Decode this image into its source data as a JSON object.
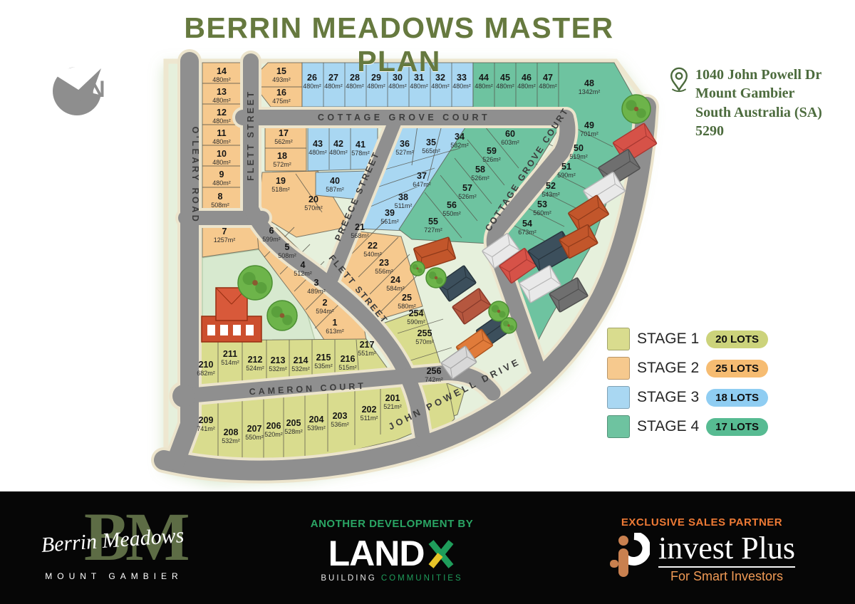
{
  "title": "BERRIN MEADOWS MASTER PLAN",
  "compass": {
    "label": "N"
  },
  "address": {
    "line1": "1040 John Powell Dr",
    "line2": "Mount Gambier",
    "line3": "South Australia (SA)",
    "line4": "5290"
  },
  "streets": {
    "oleary": "O'LEARY ROAD",
    "flett": "FLETT STREET",
    "cottage_grove": "COTTAGE GROVE COURT",
    "preece": "PREECE STREET",
    "cameron": "CAMERON COURT",
    "john_powell": "JOHN POWELL DRIVE"
  },
  "colors": {
    "stage1": "#d9dc8e",
    "stage2": "#f6c98e",
    "stage3": "#a9d7f2",
    "stage4": "#6ec3a0",
    "pill1": "#ccd37b",
    "pill2": "#f6bc72",
    "pill3": "#8fcdf2",
    "pill4": "#57bb92",
    "road": "#8f8f8f",
    "road_casing": "#ece4cc",
    "title": "#66793f",
    "address": "#4c6b3d"
  },
  "legend": {
    "items": [
      {
        "stage": "STAGE 1",
        "lots": "20 LOTS"
      },
      {
        "stage": "STAGE 2",
        "lots": "25 LOTS"
      },
      {
        "stage": "STAGE 3",
        "lots": "18 LOTS"
      },
      {
        "stage": "STAGE 4",
        "lots": "17 LOTS"
      }
    ]
  },
  "lots": [
    {
      "n": "1",
      "size": "613m²",
      "stage": 2
    },
    {
      "n": "2",
      "size": "594m²",
      "stage": 2
    },
    {
      "n": "3",
      "size": "489m²",
      "stage": 2
    },
    {
      "n": "4",
      "size": "512m²",
      "stage": 2
    },
    {
      "n": "5",
      "size": "508m²",
      "stage": 2
    },
    {
      "n": "6",
      "size": "599m²",
      "stage": 2
    },
    {
      "n": "7",
      "size": "1257m²",
      "stage": 2
    },
    {
      "n": "8",
      "size": "508m²",
      "stage": 2
    },
    {
      "n": "9",
      "size": "480m²",
      "stage": 2
    },
    {
      "n": "10",
      "size": "480m²",
      "stage": 2
    },
    {
      "n": "11",
      "size": "480m²",
      "stage": 2
    },
    {
      "n": "12",
      "size": "480m²",
      "stage": 2
    },
    {
      "n": "13",
      "size": "480m²",
      "stage": 2
    },
    {
      "n": "14",
      "size": "480m²",
      "stage": 2
    },
    {
      "n": "15",
      "size": "493m²",
      "stage": 2
    },
    {
      "n": "16",
      "size": "475m²",
      "stage": 2
    },
    {
      "n": "17",
      "size": "562m²",
      "stage": 2
    },
    {
      "n": "18",
      "size": "572m²",
      "stage": 2
    },
    {
      "n": "19",
      "size": "518m²",
      "stage": 2
    },
    {
      "n": "20",
      "size": "570m²",
      "stage": 2
    },
    {
      "n": "21",
      "size": "568m²",
      "stage": 2
    },
    {
      "n": "22",
      "size": "540m²",
      "stage": 2
    },
    {
      "n": "23",
      "size": "556m²",
      "stage": 2
    },
    {
      "n": "24",
      "size": "584m²",
      "stage": 2
    },
    {
      "n": "25",
      "size": "580m²",
      "stage": 2
    },
    {
      "n": "26",
      "size": "480m²",
      "stage": 3
    },
    {
      "n": "27",
      "size": "480m²",
      "stage": 3
    },
    {
      "n": "28",
      "size": "480m²",
      "stage": 3
    },
    {
      "n": "29",
      "size": "480m²",
      "stage": 3
    },
    {
      "n": "30",
      "size": "480m²",
      "stage": 3
    },
    {
      "n": "31",
      "size": "480m²",
      "stage": 3
    },
    {
      "n": "32",
      "size": "480m²",
      "stage": 3
    },
    {
      "n": "33",
      "size": "480m²",
      "stage": 3
    },
    {
      "n": "34",
      "size": "582m²",
      "stage": 3
    },
    {
      "n": "35",
      "size": "565m²",
      "stage": 3
    },
    {
      "n": "36",
      "size": "527m²",
      "stage": 3
    },
    {
      "n": "37",
      "size": "647m²",
      "stage": 3
    },
    {
      "n": "38",
      "size": "511m²",
      "stage": 3
    },
    {
      "n": "39",
      "size": "561m²",
      "stage": 3
    },
    {
      "n": "40",
      "size": "587m²",
      "stage": 3
    },
    {
      "n": "41",
      "size": "578m²",
      "stage": 3
    },
    {
      "n": "42",
      "size": "480m²",
      "stage": 3
    },
    {
      "n": "43",
      "size": "480m²",
      "stage": 3
    },
    {
      "n": "44",
      "size": "480m²",
      "stage": 4
    },
    {
      "n": "45",
      "size": "480m²",
      "stage": 4
    },
    {
      "n": "46",
      "size": "480m²",
      "stage": 4
    },
    {
      "n": "47",
      "size": "480m²",
      "stage": 4
    },
    {
      "n": "48",
      "size": "1342m²",
      "stage": 4
    },
    {
      "n": "49",
      "size": "701m²",
      "stage": 4
    },
    {
      "n": "50",
      "size": "519m²",
      "stage": 4
    },
    {
      "n": "51",
      "size": "590m²",
      "stage": 4
    },
    {
      "n": "52",
      "size": "543m²",
      "stage": 4
    },
    {
      "n": "53",
      "size": "560m²",
      "stage": 4
    },
    {
      "n": "54",
      "size": "673m²",
      "stage": 4
    },
    {
      "n": "55",
      "size": "727m²",
      "stage": 4
    },
    {
      "n": "56",
      "size": "550m²",
      "stage": 4
    },
    {
      "n": "57",
      "size": "526m²",
      "stage": 4
    },
    {
      "n": "58",
      "size": "526m²",
      "stage": 4
    },
    {
      "n": "59",
      "size": "526m²",
      "stage": 4
    },
    {
      "n": "60",
      "size": "603m²",
      "stage": 4
    },
    {
      "n": "201",
      "size": "521m²",
      "stage": 1
    },
    {
      "n": "202",
      "size": "511m²",
      "stage": 1
    },
    {
      "n": "203",
      "size": "536m²",
      "stage": 1
    },
    {
      "n": "204",
      "size": "539m²",
      "stage": 1
    },
    {
      "n": "205",
      "size": "528m²",
      "stage": 1
    },
    {
      "n": "206",
      "size": "520m²",
      "stage": 1
    },
    {
      "n": "207",
      "size": "550m²",
      "stage": 1
    },
    {
      "n": "208",
      "size": "532m²",
      "stage": 1
    },
    {
      "n": "209",
      "size": "741m²",
      "stage": 1
    },
    {
      "n": "210",
      "size": "682m²",
      "stage": 1
    },
    {
      "n": "211",
      "size": "514m²",
      "stage": 1
    },
    {
      "n": "212",
      "size": "524m²",
      "stage": 1
    },
    {
      "n": "213",
      "size": "532m²",
      "stage": 1
    },
    {
      "n": "214",
      "size": "532m²",
      "stage": 1
    },
    {
      "n": "215",
      "size": "535m²",
      "stage": 1
    },
    {
      "n": "216",
      "size": "515m²",
      "stage": 1
    },
    {
      "n": "217",
      "size": "551m²",
      "stage": 1
    },
    {
      "n": "254",
      "size": "590m²",
      "stage": 1
    },
    {
      "n": "255",
      "size": "570m²",
      "stage": 1
    },
    {
      "n": "256",
      "size": "742m²",
      "stage": 1
    }
  ],
  "footer": {
    "bm": {
      "monogram": "BM",
      "script": "Berrin Meadows",
      "subtitle": "MOUNT GAMBIER"
    },
    "developer": {
      "heading": "ANOTHER DEVELOPMENT BY",
      "logo_text": "LAND",
      "tagline_1": "BUILDING",
      "tagline_2": "COMMUNITIES"
    },
    "sales": {
      "heading": "EXCLUSIVE SALES PARTNER",
      "logo_text": "invest Plus",
      "tagline": "For Smart Investors"
    }
  }
}
